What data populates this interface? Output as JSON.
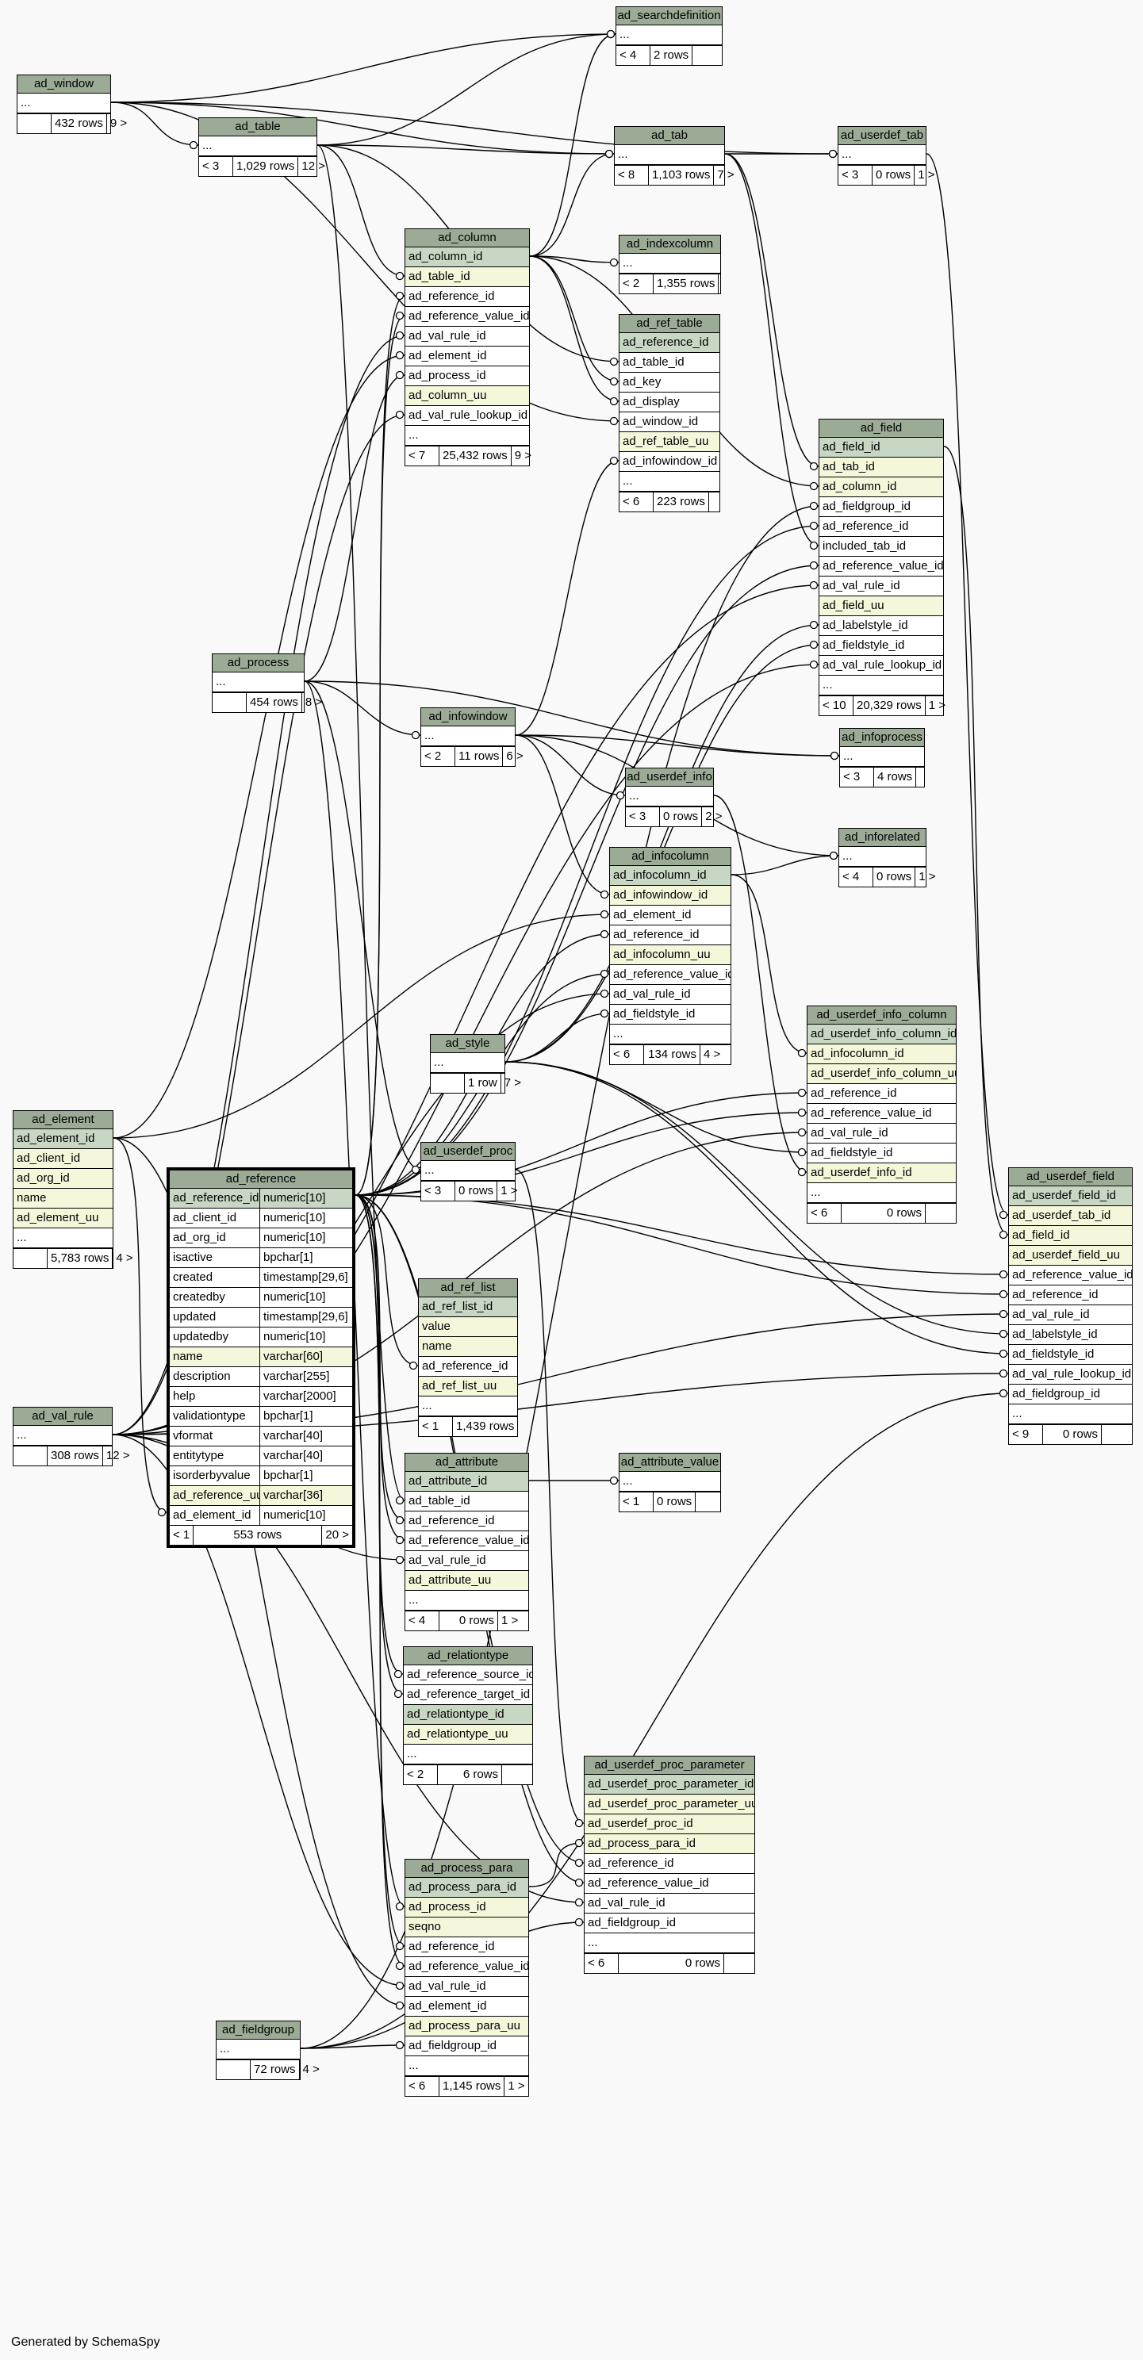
{
  "footer": "Generated by SchemaSpy",
  "tables": {
    "ad_searchdefinition": {
      "title": "ad_searchdefinition",
      "rows": [
        "..."
      ],
      "footer": [
        "< 4",
        "2 rows",
        ""
      ]
    },
    "ad_window": {
      "title": "ad_window",
      "rows": [
        "..."
      ],
      "footer": [
        "",
        "432 rows",
        "9 >"
      ]
    },
    "ad_table": {
      "title": "ad_table",
      "rows": [
        "..."
      ],
      "footer": [
        "< 3",
        "1,029 rows",
        "12 >"
      ]
    },
    "ad_tab": {
      "title": "ad_tab",
      "rows": [
        "..."
      ],
      "footer": [
        "< 8",
        "1,103 rows",
        "7 >"
      ]
    },
    "ad_userdef_tab": {
      "title": "ad_userdef_tab",
      "rows": [
        "..."
      ],
      "footer": [
        "< 3",
        "0 rows",
        "1 >"
      ]
    },
    "ad_column": {
      "title": "ad_column",
      "rows": [
        "ad_column_id",
        "ad_table_id",
        "ad_reference_id",
        "ad_reference_value_id",
        "ad_val_rule_id",
        "ad_element_id",
        "ad_process_id",
        "ad_column_uu",
        "ad_val_rule_lookup_id",
        "..."
      ],
      "footer": [
        "< 7",
        "25,432 rows",
        "9 >"
      ]
    },
    "ad_indexcolumn": {
      "title": "ad_indexcolumn",
      "rows": [
        "..."
      ],
      "footer": [
        "< 2",
        "1,355 rows",
        ""
      ]
    },
    "ad_ref_table": {
      "title": "ad_ref_table",
      "rows": [
        "ad_reference_id",
        "ad_table_id",
        "ad_key",
        "ad_display",
        "ad_window_id",
        "ad_ref_table_uu",
        "ad_infowindow_id",
        "..."
      ],
      "footer": [
        "< 6",
        "223 rows",
        ""
      ]
    },
    "ad_field": {
      "title": "ad_field",
      "rows": [
        "ad_field_id",
        "ad_tab_id",
        "ad_column_id",
        "ad_fieldgroup_id",
        "ad_reference_id",
        "included_tab_id",
        "ad_reference_value_id",
        "ad_val_rule_id",
        "ad_field_uu",
        "ad_labelstyle_id",
        "ad_fieldstyle_id",
        "ad_val_rule_lookup_id",
        "..."
      ],
      "footer": [
        "< 10",
        "20,329 rows",
        "1 >"
      ]
    },
    "ad_process": {
      "title": "ad_process",
      "rows": [
        "..."
      ],
      "footer": [
        "",
        "454 rows",
        "8 >"
      ]
    },
    "ad_infowindow": {
      "title": "ad_infowindow",
      "rows": [
        "..."
      ],
      "footer": [
        "< 2",
        "11 rows",
        "6 >"
      ]
    },
    "ad_infoprocess": {
      "title": "ad_infoprocess",
      "rows": [
        "..."
      ],
      "footer": [
        "< 3",
        "4 rows",
        ""
      ]
    },
    "ad_userdef_info": {
      "title": "ad_userdef_info",
      "rows": [
        "..."
      ],
      "footer": [
        "< 3",
        "0 rows",
        "2 >"
      ]
    },
    "ad_inforelated": {
      "title": "ad_inforelated",
      "rows": [
        "..."
      ],
      "footer": [
        "< 4",
        "0 rows",
        "1 >"
      ]
    },
    "ad_infocolumn": {
      "title": "ad_infocolumn",
      "rows": [
        "ad_infocolumn_id",
        "ad_infowindow_id",
        "ad_element_id",
        "ad_reference_id",
        "ad_infocolumn_uu",
        "ad_reference_value_id",
        "ad_val_rule_id",
        "ad_fieldstyle_id",
        "..."
      ],
      "footer": [
        "< 6",
        "134 rows",
        "4 >"
      ]
    },
    "ad_style": {
      "title": "ad_style",
      "rows": [
        "..."
      ],
      "footer": [
        "",
        "1 row",
        "7 >"
      ]
    },
    "ad_userdef_info_column": {
      "title": "ad_userdef_info_column",
      "rows": [
        "ad_userdef_info_column_id",
        "ad_infocolumn_id",
        "ad_userdef_info_column_uu",
        "ad_reference_id",
        "ad_reference_value_id",
        "ad_val_rule_id",
        "ad_fieldstyle_id",
        "ad_userdef_info_id",
        "..."
      ],
      "footer": [
        "< 6",
        "0 rows",
        ""
      ]
    },
    "ad_element": {
      "title": "ad_element",
      "rows": [
        "ad_element_id",
        "ad_client_id",
        "ad_org_id",
        "name",
        "ad_element_uu",
        "..."
      ],
      "footer": [
        "",
        "5,783 rows",
        "4 >"
      ]
    },
    "ad_userdef_proc": {
      "title": "ad_userdef_proc",
      "rows": [
        "..."
      ],
      "footer": [
        "< 3",
        "0 rows",
        "1 >"
      ]
    },
    "ad_userdef_field": {
      "title": "ad_userdef_field",
      "rows": [
        "ad_userdef_field_id",
        "ad_userdef_tab_id",
        "ad_field_id",
        "ad_userdef_field_uu",
        "ad_reference_value_id",
        "ad_reference_id",
        "ad_val_rule_id",
        "ad_labelstyle_id",
        "ad_fieldstyle_id",
        "ad_val_rule_lookup_id",
        "ad_fieldgroup_id",
        "..."
      ],
      "footer": [
        "< 9",
        "0 rows",
        ""
      ]
    },
    "ad_ref_list": {
      "title": "ad_ref_list",
      "rows": [
        "ad_ref_list_id",
        "value",
        "name",
        "ad_reference_id",
        "ad_ref_list_uu",
        "..."
      ],
      "footer": [
        "< 1",
        "1,439 rows",
        ""
      ]
    },
    "ad_val_rule": {
      "title": "ad_val_rule",
      "rows": [
        "..."
      ],
      "footer": [
        "",
        "308 rows",
        "12 >"
      ]
    },
    "ad_attribute": {
      "title": "ad_attribute",
      "rows": [
        "ad_attribute_id",
        "ad_table_id",
        "ad_reference_id",
        "ad_reference_value_id",
        "ad_val_rule_id",
        "ad_attribute_uu",
        "..."
      ],
      "footer": [
        "< 4",
        "0 rows",
        "1 >"
      ]
    },
    "ad_attribute_value": {
      "title": "ad_attribute_value",
      "rows": [
        "..."
      ],
      "footer": [
        "< 1",
        "0 rows",
        ""
      ]
    },
    "ad_relationtype": {
      "title": "ad_relationtype",
      "rows": [
        "ad_reference_source_id",
        "ad_reference_target_id",
        "ad_relationtype_id",
        "ad_relationtype_uu",
        "..."
      ],
      "footer": [
        "< 2",
        "6 rows",
        ""
      ]
    },
    "ad_userdef_proc_parameter": {
      "title": "ad_userdef_proc_parameter",
      "rows": [
        "ad_userdef_proc_parameter_id",
        "ad_userdef_proc_parameter_uu",
        "ad_userdef_proc_id",
        "ad_process_para_id",
        "ad_reference_id",
        "ad_reference_value_id",
        "ad_val_rule_id",
        "ad_fieldgroup_id",
        "..."
      ],
      "footer": [
        "< 6",
        "0 rows",
        ""
      ]
    },
    "ad_process_para": {
      "title": "ad_process_para",
      "rows": [
        "ad_process_para_id",
        "ad_process_id",
        "seqno",
        "ad_reference_id",
        "ad_reference_value_id",
        "ad_val_rule_id",
        "ad_element_id",
        "ad_process_para_uu",
        "ad_fieldgroup_id",
        "..."
      ],
      "footer": [
        "< 6",
        "1,145 rows",
        "1 >"
      ]
    },
    "ad_fieldgroup": {
      "title": "ad_fieldgroup",
      "rows": [
        "..."
      ],
      "footer": [
        "",
        "72 rows",
        "4 >"
      ]
    }
  },
  "ad_reference": {
    "title": "ad_reference",
    "columns": [
      [
        "ad_reference_id",
        "numeric[10]"
      ],
      [
        "ad_client_id",
        "numeric[10]"
      ],
      [
        "ad_org_id",
        "numeric[10]"
      ],
      [
        "isactive",
        "bpchar[1]"
      ],
      [
        "created",
        "timestamp[29,6]"
      ],
      [
        "createdby",
        "numeric[10]"
      ],
      [
        "updated",
        "timestamp[29,6]"
      ],
      [
        "updatedby",
        "numeric[10]"
      ],
      [
        "name",
        "varchar[60]"
      ],
      [
        "description",
        "varchar[255]"
      ],
      [
        "help",
        "varchar[2000]"
      ],
      [
        "validationtype",
        "bpchar[1]"
      ],
      [
        "vformat",
        "varchar[40]"
      ],
      [
        "entitytype",
        "varchar[40]"
      ],
      [
        "isorderbyvalue",
        "bpchar[1]"
      ],
      [
        "ad_reference_uu",
        "varchar[36]"
      ],
      [
        "ad_element_id",
        "numeric[10]"
      ]
    ],
    "footer": [
      "< 1",
      "553 rows",
      "20 >"
    ]
  }
}
